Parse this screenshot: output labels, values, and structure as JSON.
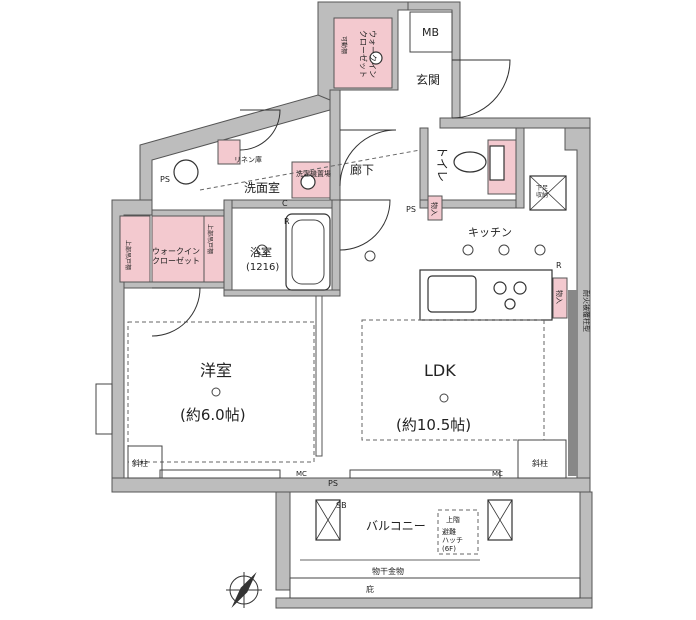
{
  "labels": {
    "mb": "MB",
    "walkin_top": "ウォークイン\nクローゼット",
    "movable_shelf": "可動棚",
    "entrance": "玄関",
    "hallway": "廊下",
    "toilet": "トイレ",
    "washroom": "洗面室",
    "linen": "リネン庫",
    "washer": "洗濯機置場",
    "ps1": "PS",
    "ps2": "PS",
    "ps3": "PS",
    "c": "C",
    "r1": "R",
    "r2": "R",
    "storage1": "物入",
    "storage2": "物入",
    "kitchen": "キッチン",
    "bath": "浴室",
    "bath_size": "(1216)",
    "walkin_left": "ウォークイン\nクローゼット",
    "upper_shelf1": "上部吊戸棚",
    "upper_shelf2": "上部吊戸棚",
    "room_western": "洋室",
    "room_western_size": "(約6.0帖)",
    "room_ldk": "LDK",
    "room_ldk_size": "(約10.5帖)",
    "slanted_pillar1": "斜柱",
    "slanted_pillar2": "斜柱",
    "mc1": "MC",
    "mc2": "MC",
    "sb": "SB",
    "balcony": "バルコニー",
    "hatch": "避難\nハッチ\n(6F)",
    "hatch_top": "上階",
    "clothes_hanger": "物干金物",
    "eaves": "庇",
    "fire_wall": "耐火被覆柱型",
    "shoes": "下足\n収納"
  },
  "icons": {
    "compass": "north-compass-icon"
  },
  "colors": {
    "wall": "#bdbdbd",
    "closet": "#f3c9cf",
    "line": "#333333"
  }
}
